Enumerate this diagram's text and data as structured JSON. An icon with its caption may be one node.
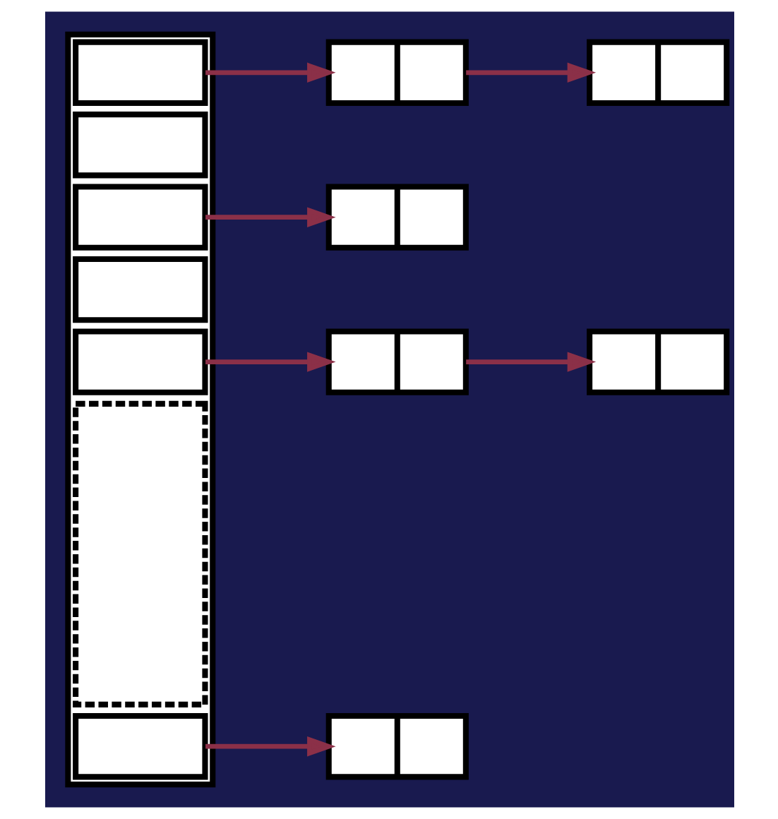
{
  "diagram": {
    "nodes": [
      {
        "text": [],
        "shape": "box"
      },
      {
        "text": [],
        "shape": "box",
        "in": 0
      },
      {
        "text": [],
        "shape": "box",
        "in": 0
      },
      {
        "text": [],
        "shape": "box",
        "in": 0
      },
      {
        "text": [],
        "shape": "box",
        "in": 0
      },
      {
        "text": [],
        "shape": "box",
        "in": 0
      },
      {
        "text": [],
        "shape": "box",
        "in": 0
      },
      {
        "text": [],
        "shape": "box",
        "in": 0
      },
      {
        "text": [],
        "shape": "box"
      },
      {
        "text": [],
        "shape": "box"
      },
      {
        "text": [],
        "shape": "box"
      },
      {
        "text": [],
        "shape": "box"
      },
      {
        "text": [],
        "shape": "box"
      },
      {
        "text": [],
        "shape": "box"
      }
    ],
    "edges": [
      {
        "from": 1,
        "to": 8,
        "arrow": "to"
      },
      {
        "from": 8,
        "to": 9,
        "arrow": "to"
      },
      {
        "from": 3,
        "to": 10,
        "arrow": "to"
      },
      {
        "from": 5,
        "to": 11,
        "arrow": "to"
      },
      {
        "from": 11,
        "to": 12,
        "arrow": "to"
      },
      {
        "from": 7,
        "to": 13,
        "arrow": "to"
      }
    ]
  }
}
